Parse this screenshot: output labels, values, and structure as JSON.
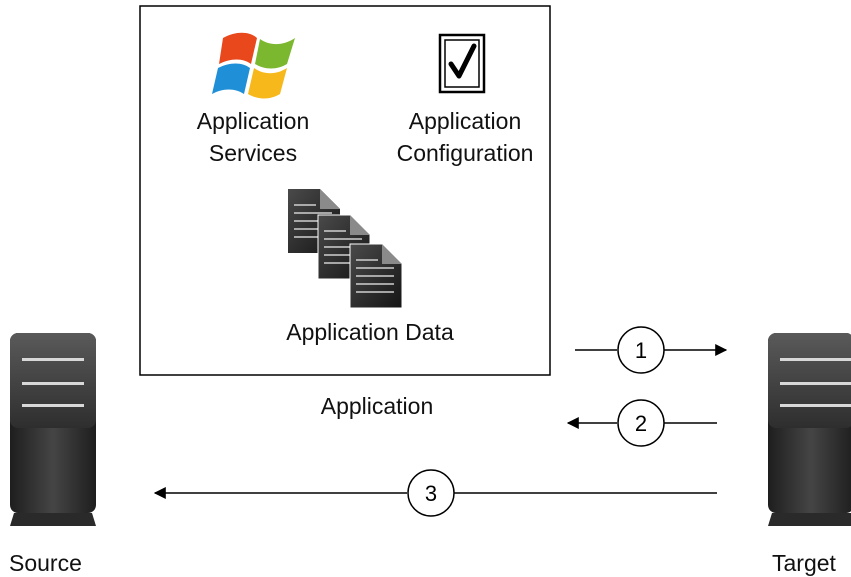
{
  "app_box": {
    "caption": "Application",
    "services_label_1": "Application",
    "services_label_2": "Services",
    "config_label_1": "Application",
    "config_label_2": "Configuration",
    "data_label": "Application Data"
  },
  "icons": {
    "services": "windows-logo-icon",
    "config": "checkbox-document-icon",
    "data": "stacked-documents-icon",
    "servers": "server-tower-icon"
  },
  "nodes": {
    "source": "Source",
    "target": "Target"
  },
  "steps": [
    {
      "number": "1",
      "direction": "source-to-target"
    },
    {
      "number": "2",
      "direction": "target-to-source"
    },
    {
      "number": "3",
      "direction": "target-to-source"
    }
  ],
  "colors": {
    "line": "#000000",
    "server_dark": "#2a2a2a",
    "server_mid": "#3a3a3a",
    "server_stripe": "#d8d8d8",
    "logo_red": "#e8481c",
    "logo_green": "#7cb82f",
    "logo_blue": "#1f8fd8",
    "logo_yellow": "#f6b81a"
  }
}
